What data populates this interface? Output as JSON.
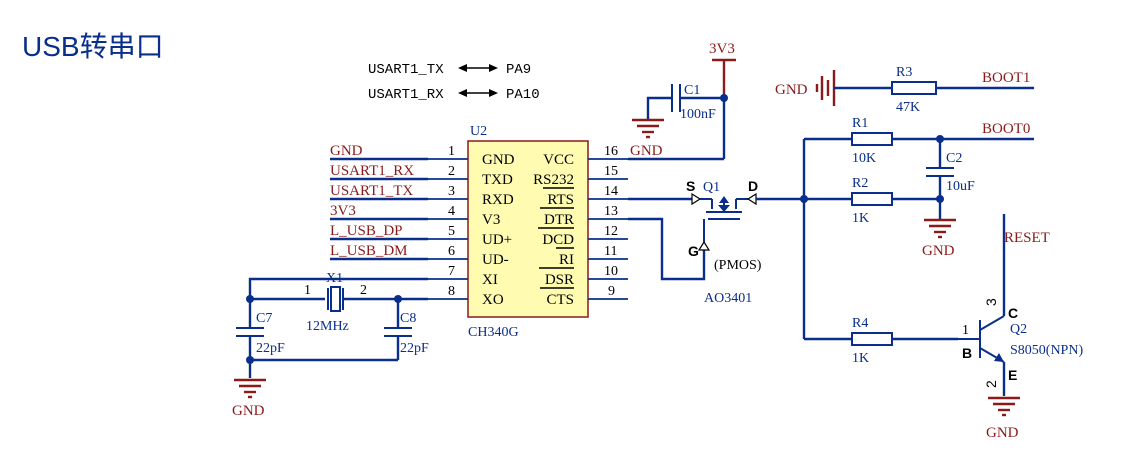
{
  "title": "USB转串口",
  "notes": [
    {
      "left": "USART1_TX",
      "right": "PA9"
    },
    {
      "left": "USART1_RX",
      "right": "PA10"
    }
  ],
  "u2": {
    "ref": "U2",
    "part": "CH340G",
    "left_pins": [
      {
        "num": "1",
        "name": "GND",
        "net": "GND"
      },
      {
        "num": "2",
        "name": "TXD",
        "net": "USART1_RX"
      },
      {
        "num": "3",
        "name": "RXD",
        "net": "USART1_TX"
      },
      {
        "num": "4",
        "name": "V3",
        "net": "3V3"
      },
      {
        "num": "5",
        "name": "UD+",
        "net": "L_USB_DP"
      },
      {
        "num": "6",
        "name": "UD-",
        "net": "L_USB_DM"
      },
      {
        "num": "7",
        "name": "XI",
        "net": ""
      },
      {
        "num": "8",
        "name": "XO",
        "net": ""
      }
    ],
    "right_pins": [
      {
        "num": "16",
        "name": "VCC"
      },
      {
        "num": "15",
        "name": "RS232"
      },
      {
        "num": "14",
        "name": "RTS"
      },
      {
        "num": "13",
        "name": "DTR"
      },
      {
        "num": "12",
        "name": "DCD"
      },
      {
        "num": "11",
        "name": "RI"
      },
      {
        "num": "10",
        "name": "DSR"
      },
      {
        "num": "9",
        "name": "CTS"
      }
    ]
  },
  "c1": {
    "ref": "C1",
    "value": "100nF"
  },
  "rail_3v3": "3V3",
  "gnd_c1": "GND",
  "x1": {
    "ref": "X1",
    "value": "12MHz",
    "pin1": "1",
    "pin2": "2"
  },
  "c7": {
    "ref": "C7",
    "value": "22pF"
  },
  "c8": {
    "ref": "C8",
    "value": "22pF"
  },
  "gnd_xtal": "GND",
  "q1": {
    "ref": "Q1",
    "type": "(PMOS)",
    "part": "AO3401",
    "s": "S",
    "d": "D",
    "g": "G"
  },
  "r3": {
    "ref": "R3",
    "value": "47K"
  },
  "gnd_r3": "GND",
  "boot1": "BOOT1",
  "r1": {
    "ref": "R1",
    "value": "10K"
  },
  "boot0": "BOOT0",
  "c2": {
    "ref": "C2",
    "value": "10uF"
  },
  "gnd_c2": "GND",
  "r2": {
    "ref": "R2",
    "value": "1K"
  },
  "r4": {
    "ref": "R4",
    "value": "1K"
  },
  "reset": "RESET",
  "q2": {
    "ref": "Q2",
    "type": "S8050(NPN)",
    "b": "B",
    "c": "C",
    "e": "E",
    "pin_b": "1",
    "pin_c": "3",
    "pin_e": "2"
  },
  "gnd_q2": "GND"
}
